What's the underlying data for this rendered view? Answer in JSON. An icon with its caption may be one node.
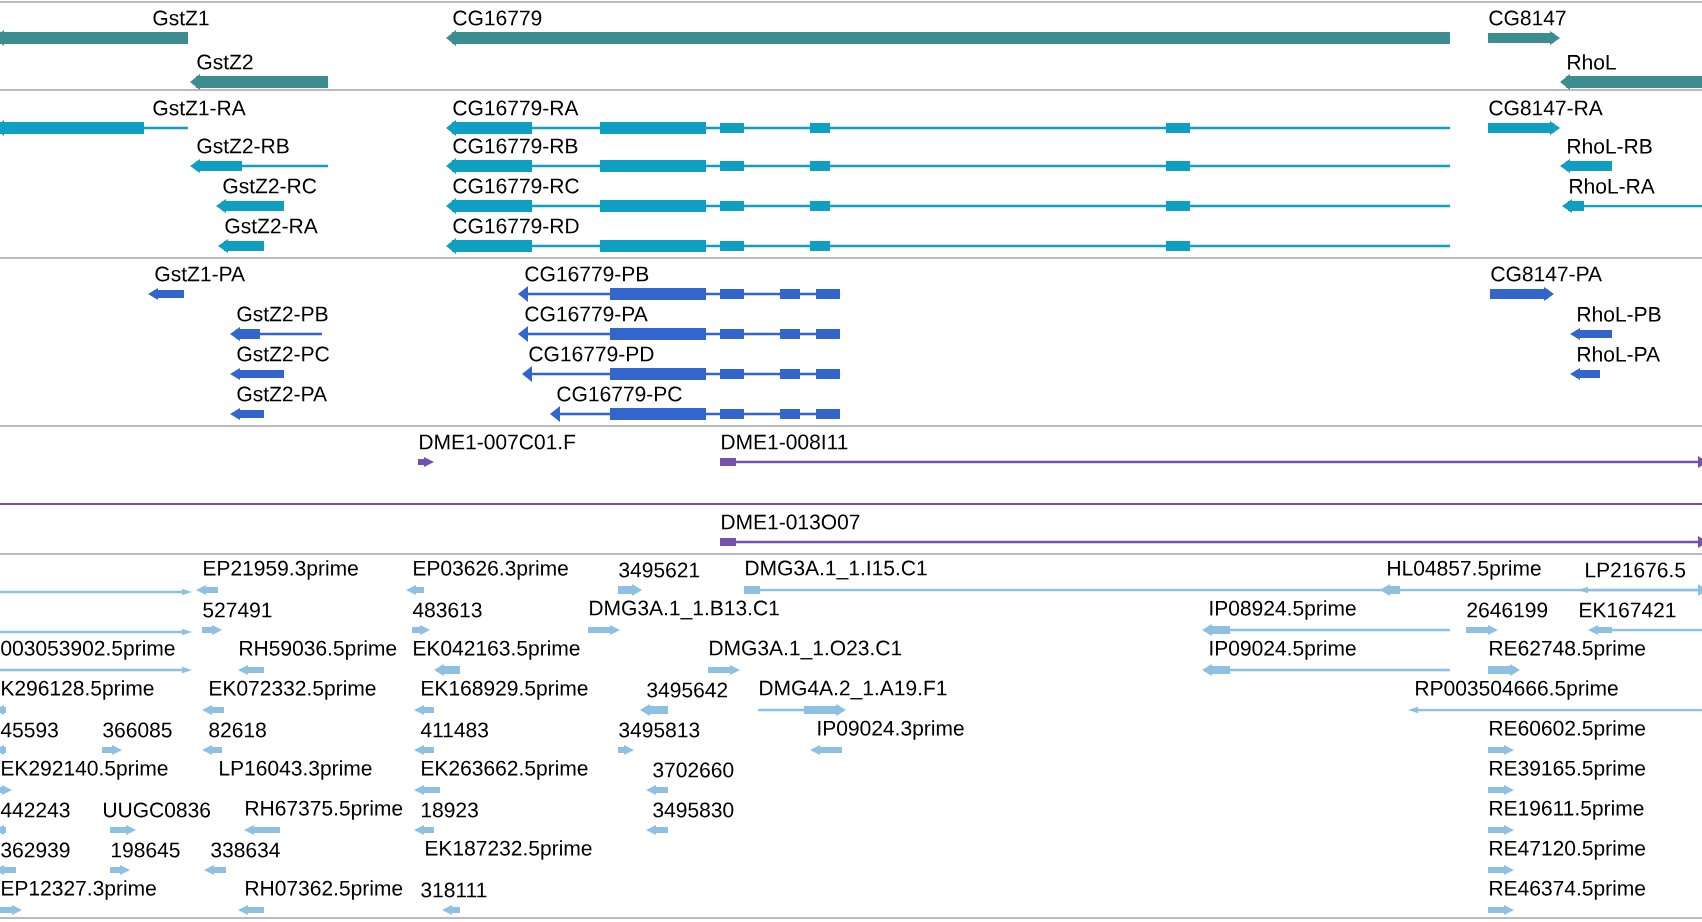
{
  "diagram": {
    "labels": [
      "GstZ1",
      "CG16779",
      "CG8147",
      "GstZ2",
      "RhoL",
      "GstZ1-RA",
      "CG16779-RA",
      "CG8147-RA",
      "GstZ2-RB",
      "CG16779-RB",
      "RhoL-RB",
      "GstZ2-RC",
      "CG16779-RC",
      "RhoL-RA",
      "GstZ2-RA",
      "CG16779-RD",
      "GstZ1-PA",
      "CG16779-PB",
      "CG8147-PA",
      "GstZ2-PB",
      "CG16779-PA",
      "RhoL-PB",
      "GstZ2-PC",
      "CG16779-PD",
      "RhoL-PA",
      "GstZ2-PA",
      "CG16779-PC",
      "DME1-007C01.F",
      "DME1-008I11",
      "DME1-013O07",
      "EP21959.3prime",
      "EP03626.3prime",
      "3495621",
      "DMG3A.1_1.I15.C1",
      "HL04857.5prime",
      "LP21676.5",
      "527491",
      "483613",
      "DMG3A.1_1.B13.C1",
      "IP08924.5prime",
      "2646199",
      "EK167421",
      "003053902.5prime",
      "RH59036.5prime",
      "EK042163.5prime",
      "DMG3A.1_1.O23.C1",
      "IP09024.5prime",
      "RE62748.5prime",
      "K296128.5prime",
      "EK072332.5prime",
      "EK168929.5prime",
      "3495642",
      "DMG4A.2_1.A19.F1",
      "RP003504666.5prime",
      "45593",
      "366085",
      "82618",
      "411483",
      "3495813",
      "IP09024.3prime",
      "RE60602.5prime",
      "EK292140.5prime",
      "LP16043.3prime",
      "EK263662.5prime",
      "3702660",
      "RE39165.5prime",
      "442243",
      "UUGC0836",
      "RH67375.5prime",
      "18923",
      "3495830",
      "RE19611.5prime",
      "362939",
      "198645",
      "338634",
      "EK187232.5prime",
      "RE47120.5prime",
      "EP12327.3prime",
      "RH07362.5prime",
      "318111",
      "RE46374.5prime"
    ]
  }
}
